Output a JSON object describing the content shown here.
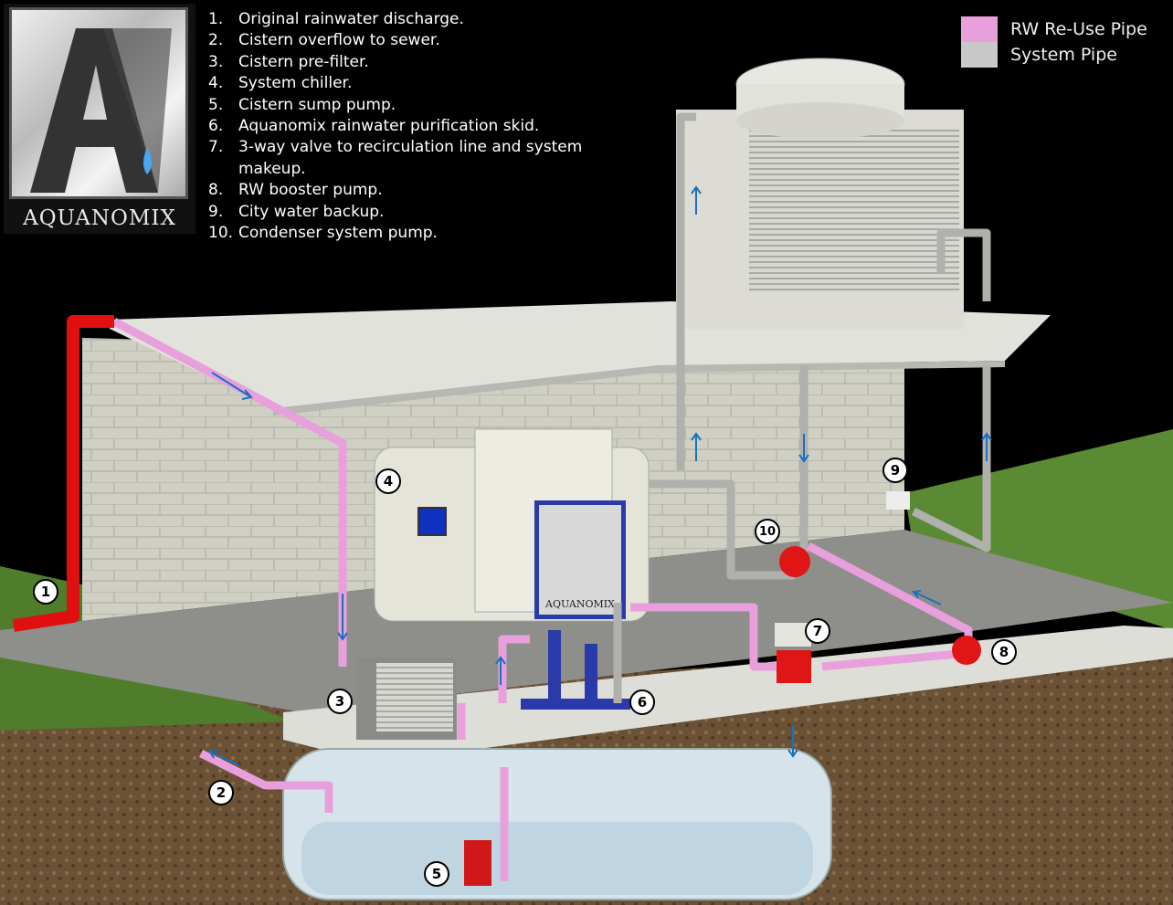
{
  "logo": {
    "text": "AQUANOMIX"
  },
  "legend_list": [
    {
      "num": "1.",
      "text": "Original rainwater discharge."
    },
    {
      "num": "2.",
      "text": "Cistern overflow to sewer."
    },
    {
      "num": "3.",
      "text": "Cistern pre-filter."
    },
    {
      "num": "4.",
      "text": "System chiller."
    },
    {
      "num": "5.",
      "text": "Cistern sump pump."
    },
    {
      "num": "6.",
      "text": "Aquanomix rainwater purification skid."
    },
    {
      "num": "7.",
      "text": "3-way valve to recirculation line and system makeup."
    },
    {
      "num": "8.",
      "text": "RW booster pump."
    },
    {
      "num": "9.",
      "text": "City water backup."
    },
    {
      "num": "10.",
      "text": "Condenser system pump."
    }
  ],
  "pipe_legend": [
    {
      "label": "RW Re-Use Pipe",
      "color": "#e8a0dc"
    },
    {
      "label": "System Pipe",
      "color": "#c8c8c8"
    }
  ],
  "callouts": [
    "1",
    "2",
    "3",
    "4",
    "5",
    "6",
    "7",
    "8",
    "9",
    "10"
  ],
  "skid_logo_text": "AQUANOMIX"
}
